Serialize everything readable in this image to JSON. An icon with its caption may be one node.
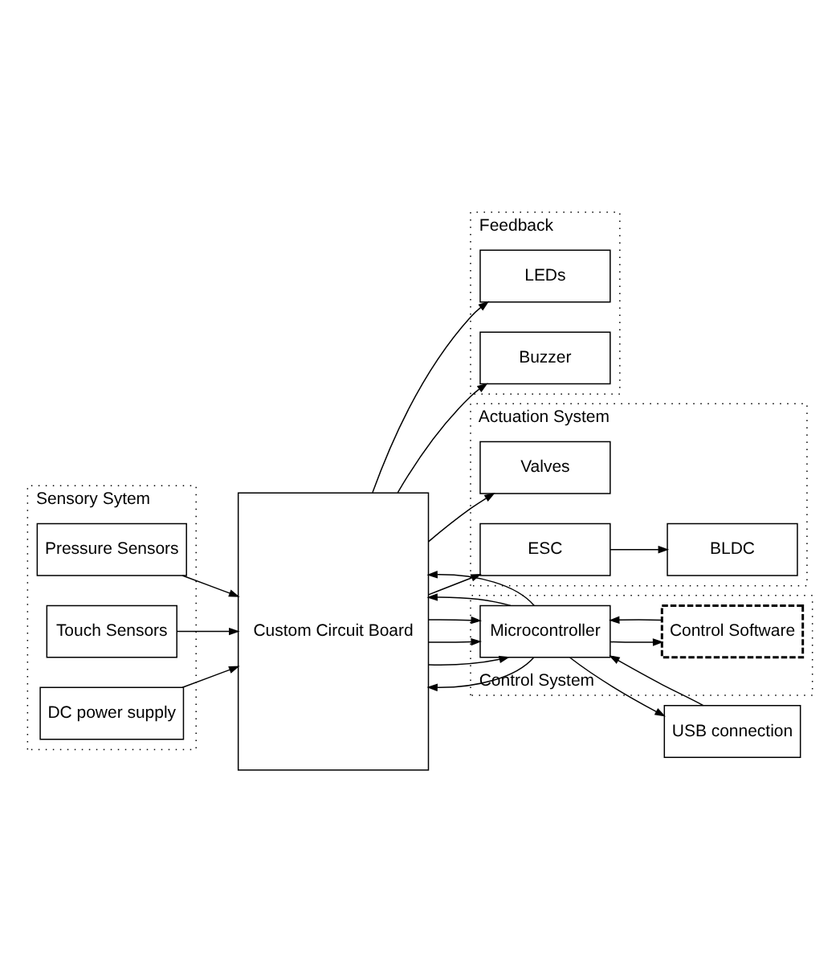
{
  "diagram": {
    "nodes": [
      {
        "text": [
          "Feedback"
        ]
      },
      {
        "text": [
          "LEDs"
        ],
        "in": 0
      },
      {
        "text": [
          "Buzzer"
        ],
        "in": 0
      },
      {
        "text": [
          "Sensory Sytem"
        ]
      },
      {
        "text": [
          "Pressure Sensors"
        ],
        "in": 3
      },
      {
        "text": [
          "Touch Sensors"
        ],
        "in": 3
      },
      {
        "text": [
          "DC power supply"
        ],
        "in": 3
      },
      {
        "text": [
          "Custom Circuit Board"
        ]
      },
      {
        "text": [
          "Actuation System"
        ]
      },
      {
        "text": [
          "Valves"
        ],
        "in": 8
      },
      {
        "text": [
          "ESC"
        ],
        "in": 8
      },
      {
        "text": [
          "BLDC"
        ],
        "in": 8
      },
      {
        "text": [
          "Control System"
        ]
      },
      {
        "text": [
          "Microcontroller"
        ],
        "in": 12
      },
      {
        "text": [
          "Control Software"
        ],
        "in": 12
      },
      {
        "text": [
          "USB connection"
        ]
      }
    ],
    "edges": [
      {
        "from": 7,
        "to": 1,
        "arrow": "to"
      },
      {
        "from": 7,
        "to": 2,
        "arrow": "to"
      },
      {
        "from": 4,
        "to": 7,
        "arrow": "to"
      },
      {
        "from": 5,
        "to": 7,
        "arrow": "to"
      },
      {
        "from": 6,
        "to": 7,
        "arrow": "to"
      },
      {
        "from": 7,
        "to": 9,
        "arrow": "to"
      },
      {
        "from": 7,
        "to": 10,
        "arrow": "to"
      },
      {
        "from": 10,
        "to": 11,
        "arrow": "to"
      },
      {
        "from": 7,
        "to": 13,
        "arrow": "to"
      },
      {
        "from": 7,
        "to": 13,
        "arrow": "to"
      },
      {
        "from": 7,
        "to": 13,
        "arrow": "to"
      },
      {
        "from": 13,
        "to": 7,
        "arrow": "to"
      },
      {
        "from": 13,
        "to": 7,
        "arrow": "to"
      },
      {
        "from": 13,
        "to": 7,
        "arrow": "to"
      },
      {
        "from": 15,
        "to": 13,
        "arrow": "to"
      },
      {
        "from": 13,
        "to": 15,
        "arrow": "to"
      },
      {
        "from": 13,
        "to": 14,
        "arrow": "to"
      },
      {
        "from": 14,
        "to": 13,
        "arrow": "to"
      }
    ]
  }
}
